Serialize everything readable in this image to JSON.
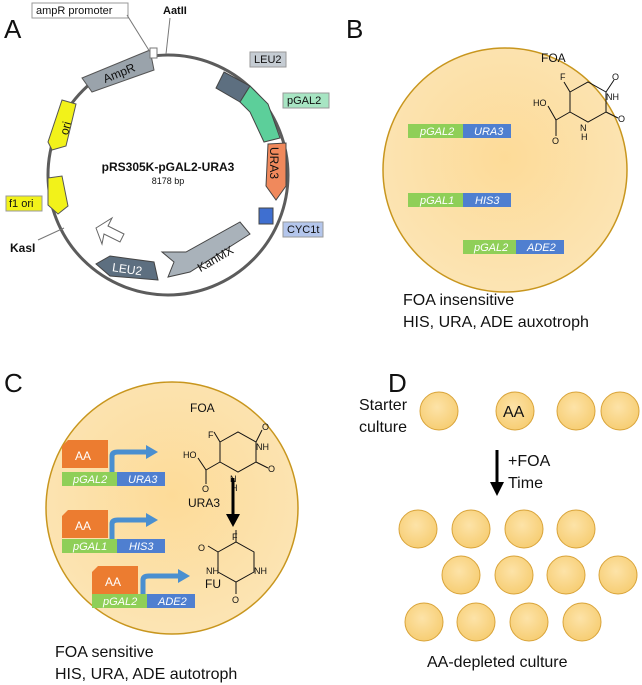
{
  "panels": {
    "a": "A",
    "b": "B",
    "c": "C",
    "d": "D"
  },
  "plasmid": {
    "name": "pRS305K-pGAL2-URA3",
    "size": "8178 bp",
    "features": {
      "ampR_promoter": "ampR promoter",
      "aatII": "AatII",
      "ampR": "AmpR",
      "ori": "ori",
      "f1_ori": "f1 ori",
      "kasI": "KasI",
      "leu2_top": "LEU2",
      "pgal2": "pGAL2",
      "ura3": "URA3",
      "cyc1t": "CYC1t",
      "kanmx": "KanMX",
      "leu2_bottom": "LEU2"
    }
  },
  "panel_b": {
    "foa": "FOA",
    "constructs": [
      {
        "promoter": "pGAL2",
        "gene": "URA3"
      },
      {
        "promoter": "pGAL1",
        "gene": "HIS3"
      },
      {
        "promoter": "pGAL2",
        "gene": "ADE2"
      }
    ],
    "caption_line1": "FOA insensitive",
    "caption_line2": "HIS, URA, ADE auxotroph"
  },
  "panel_c": {
    "foa": "FOA",
    "enzyme": "URA3",
    "product": "FU",
    "aa": "AA",
    "constructs": [
      {
        "promoter": "pGAL2",
        "gene": "URA3"
      },
      {
        "promoter": "pGAL1",
        "gene": "HIS3"
      },
      {
        "promoter": "pGAL2",
        "gene": "ADE2"
      }
    ],
    "caption_line1": "FOA sensitive",
    "caption_line2": "HIS, URA, ADE autotroph"
  },
  "panel_d": {
    "starter_line1": "Starter",
    "starter_line2": "culture",
    "aa": "AA",
    "treatment_line1": "+FOA",
    "treatment_line2": "Time",
    "caption": "AA-depleted culture"
  },
  "molecule_atoms": {
    "o": "O",
    "f": "F",
    "ho": "HO",
    "nh": "NH",
    "n": "N",
    "h": "H"
  },
  "colors": {
    "cell_fill": "#fcd68e",
    "cell_edge": "#c8961e",
    "promoter": "#8fcf58",
    "gene": "#4f7fd0",
    "aa_box": "#ec7c30",
    "arrow": "#4a8fd0",
    "backbone": "#5c5c5c",
    "ampR": "#9aa3ab",
    "ori": "#f2f21a",
    "leu2": "#5d6f80",
    "pgal2": "#5ccf9a",
    "ura3": "#f0895c",
    "cyc1t": "#3f6fd0",
    "kanmx": "#a9b2ba"
  }
}
